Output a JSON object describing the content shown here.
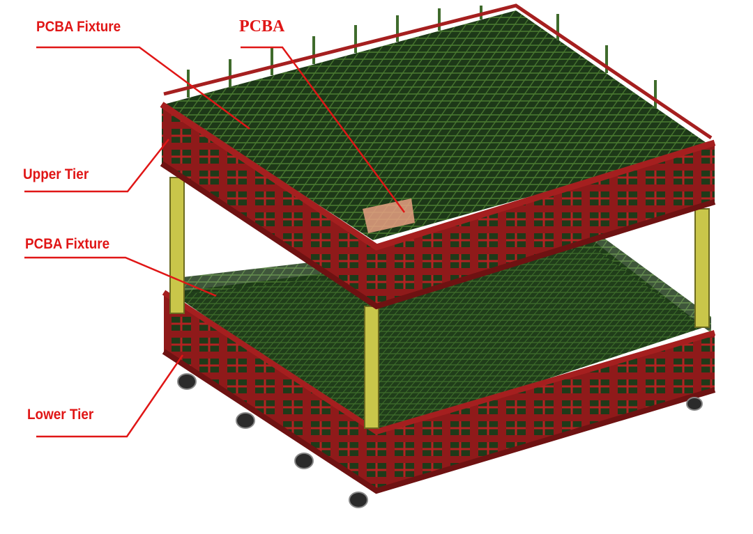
{
  "colors": {
    "frame": "#a51f1f",
    "frame_dark": "#6e1212",
    "mesh": "#1f3b1a",
    "mesh_line": "#3f6b2c",
    "post": "#c9c64a",
    "wheel": "#2b2b2b",
    "callout": "#e01616",
    "pcba": "#e8a083"
  },
  "labels": {
    "upper_fixture": "PCBA Fixture",
    "pcba": "PCBA",
    "upper_tier": "Upper Tier",
    "lower_fixture": "PCBA Fixture",
    "lower_tier": "Lower Tier"
  },
  "icons": [
    "two-tier-cart-illustration",
    "wheel-icon"
  ]
}
